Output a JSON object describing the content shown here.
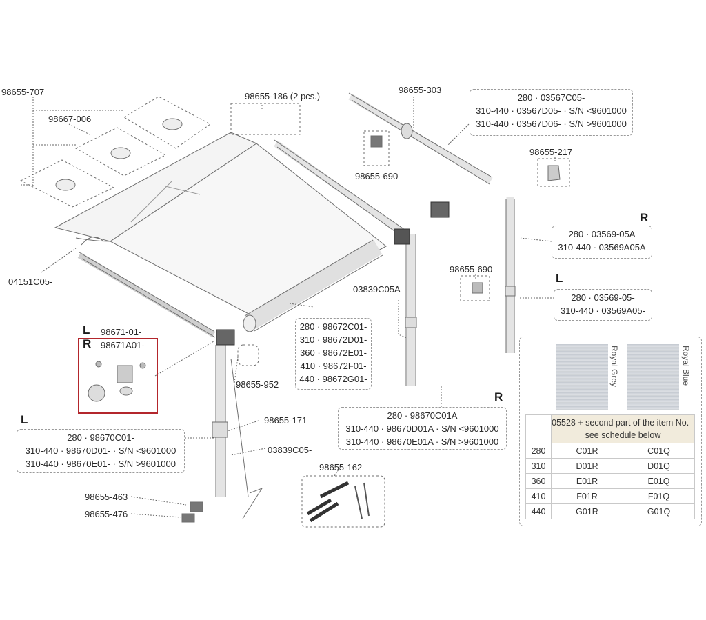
{
  "labels": {
    "p98655_707": "98655-707",
    "p98667_006": "98667-006",
    "p98655_186": "98655-186 (2 pcs.)",
    "p98655_303": "98655-303",
    "p98655_690_top": "98655-690",
    "p98655_217": "98655-217",
    "p98655_690_mid": "98655-690",
    "p04151C05": "04151C05-",
    "p03839C05A": "03839C05A",
    "p98655_952": "98655-952",
    "p98655_171": "98655-171",
    "p03839C05": "03839C05-",
    "p98655_162": "98655-162",
    "p98655_463": "98655-463",
    "p98655_476": "98655-476"
  },
  "side_markers": {
    "r_top": "R",
    "l_mid": "L",
    "l_kit": "L",
    "r_kit": "R",
    "l_leg": "L",
    "r_leg": "R"
  },
  "kit": {
    "l_code": "98671-01-",
    "r_code": "98671A01-"
  },
  "boxes": {
    "front_bar": [
      "280 · 03567C05-",
      "310-440 · 03567D05- · S/N <9601000",
      "310-440 · 03567D06- · S/N >9601000"
    ],
    "r_arm": [
      "280 · 03569-05A",
      "310-440 · 03569A05A"
    ],
    "l_arm": [
      "280 · 03569-05-",
      "310-440 · 03569A05-"
    ],
    "roller": [
      "280 · 98672C01-",
      "310 · 98672D01-",
      "360 · 98672E01-",
      "410 · 98672F01-",
      "440 · 98672G01-"
    ],
    "r_leg": [
      "280 · 98670C01A",
      "310-440 · 98670D01A · S/N <9601000",
      "310-440 · 98670E01A · S/N >9601000"
    ],
    "l_leg": [
      "280 · 98670C01-",
      "310-440 · 98670D01- · S/N <9601000",
      "310-440 · 98670E01- · S/N >9601000"
    ]
  },
  "fabric": {
    "swatch1": "Royal Grey",
    "swatch2": "Royal Blue",
    "header": "05528 + second part of the item No. - see schedule below",
    "rows": [
      [
        "280",
        "C01R",
        "C01Q"
      ],
      [
        "310",
        "D01R",
        "D01Q"
      ],
      [
        "360",
        "E01R",
        "E01Q"
      ],
      [
        "410",
        "F01R",
        "F01Q"
      ],
      [
        "440",
        "G01R",
        "G01Q"
      ]
    ]
  },
  "colors": {
    "line": "#6e6e6e",
    "highlight": "#b3262c",
    "fabric_header": "#f1ebdc"
  }
}
